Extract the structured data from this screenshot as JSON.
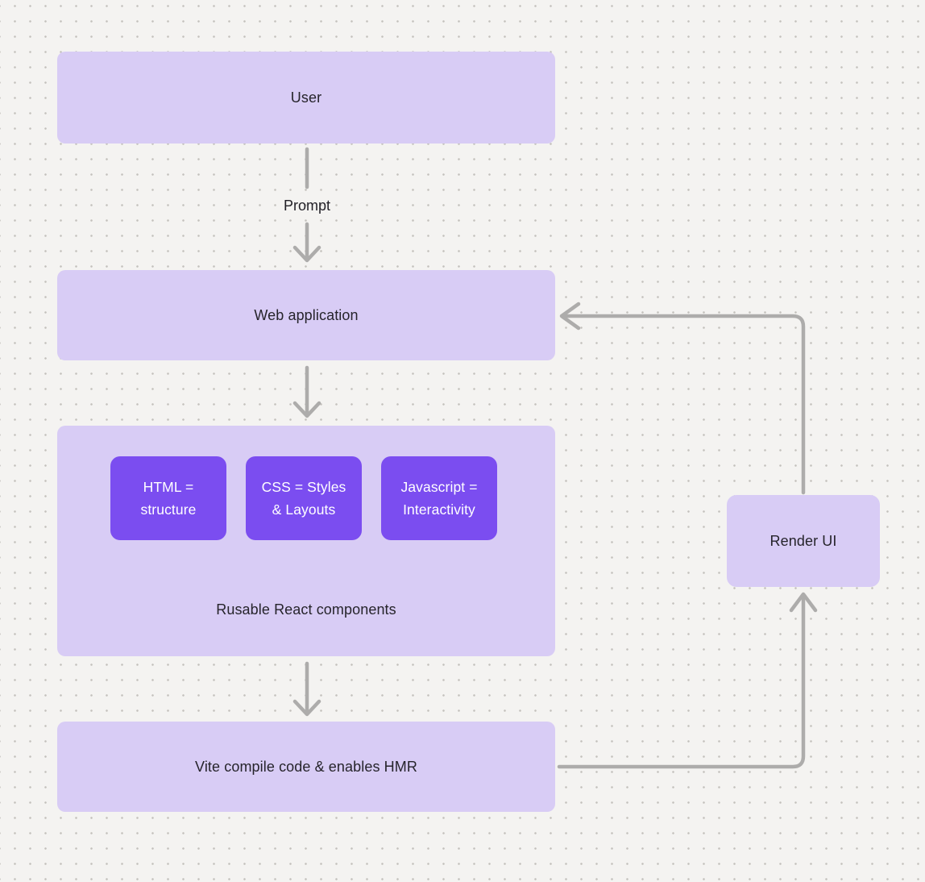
{
  "diagram": {
    "nodes": {
      "user": {
        "label": "User"
      },
      "web_application": {
        "label": "Web application"
      },
      "components_group": {
        "caption": "Rusable React components"
      },
      "chips": [
        {
          "line1": "HTML =",
          "line2": "structure"
        },
        {
          "line1": "CSS = Styles",
          "line2": "& Layouts"
        },
        {
          "line1": "Javascript =",
          "line2": "Interactivity"
        }
      ],
      "vite": {
        "label": "Vite compile code & enables HMR"
      },
      "render_ui": {
        "label": "Render UI"
      }
    },
    "edges": {
      "user_to_web_label": "Prompt"
    },
    "colors": {
      "background": "#f4f3f1",
      "grid_dot": "#c4c1bd",
      "node_fill": "#d8ccf5",
      "chip_fill": "#7b4df0",
      "chip_text": "#ffffff",
      "node_text": "#26242b",
      "connector": "#adacab"
    }
  }
}
